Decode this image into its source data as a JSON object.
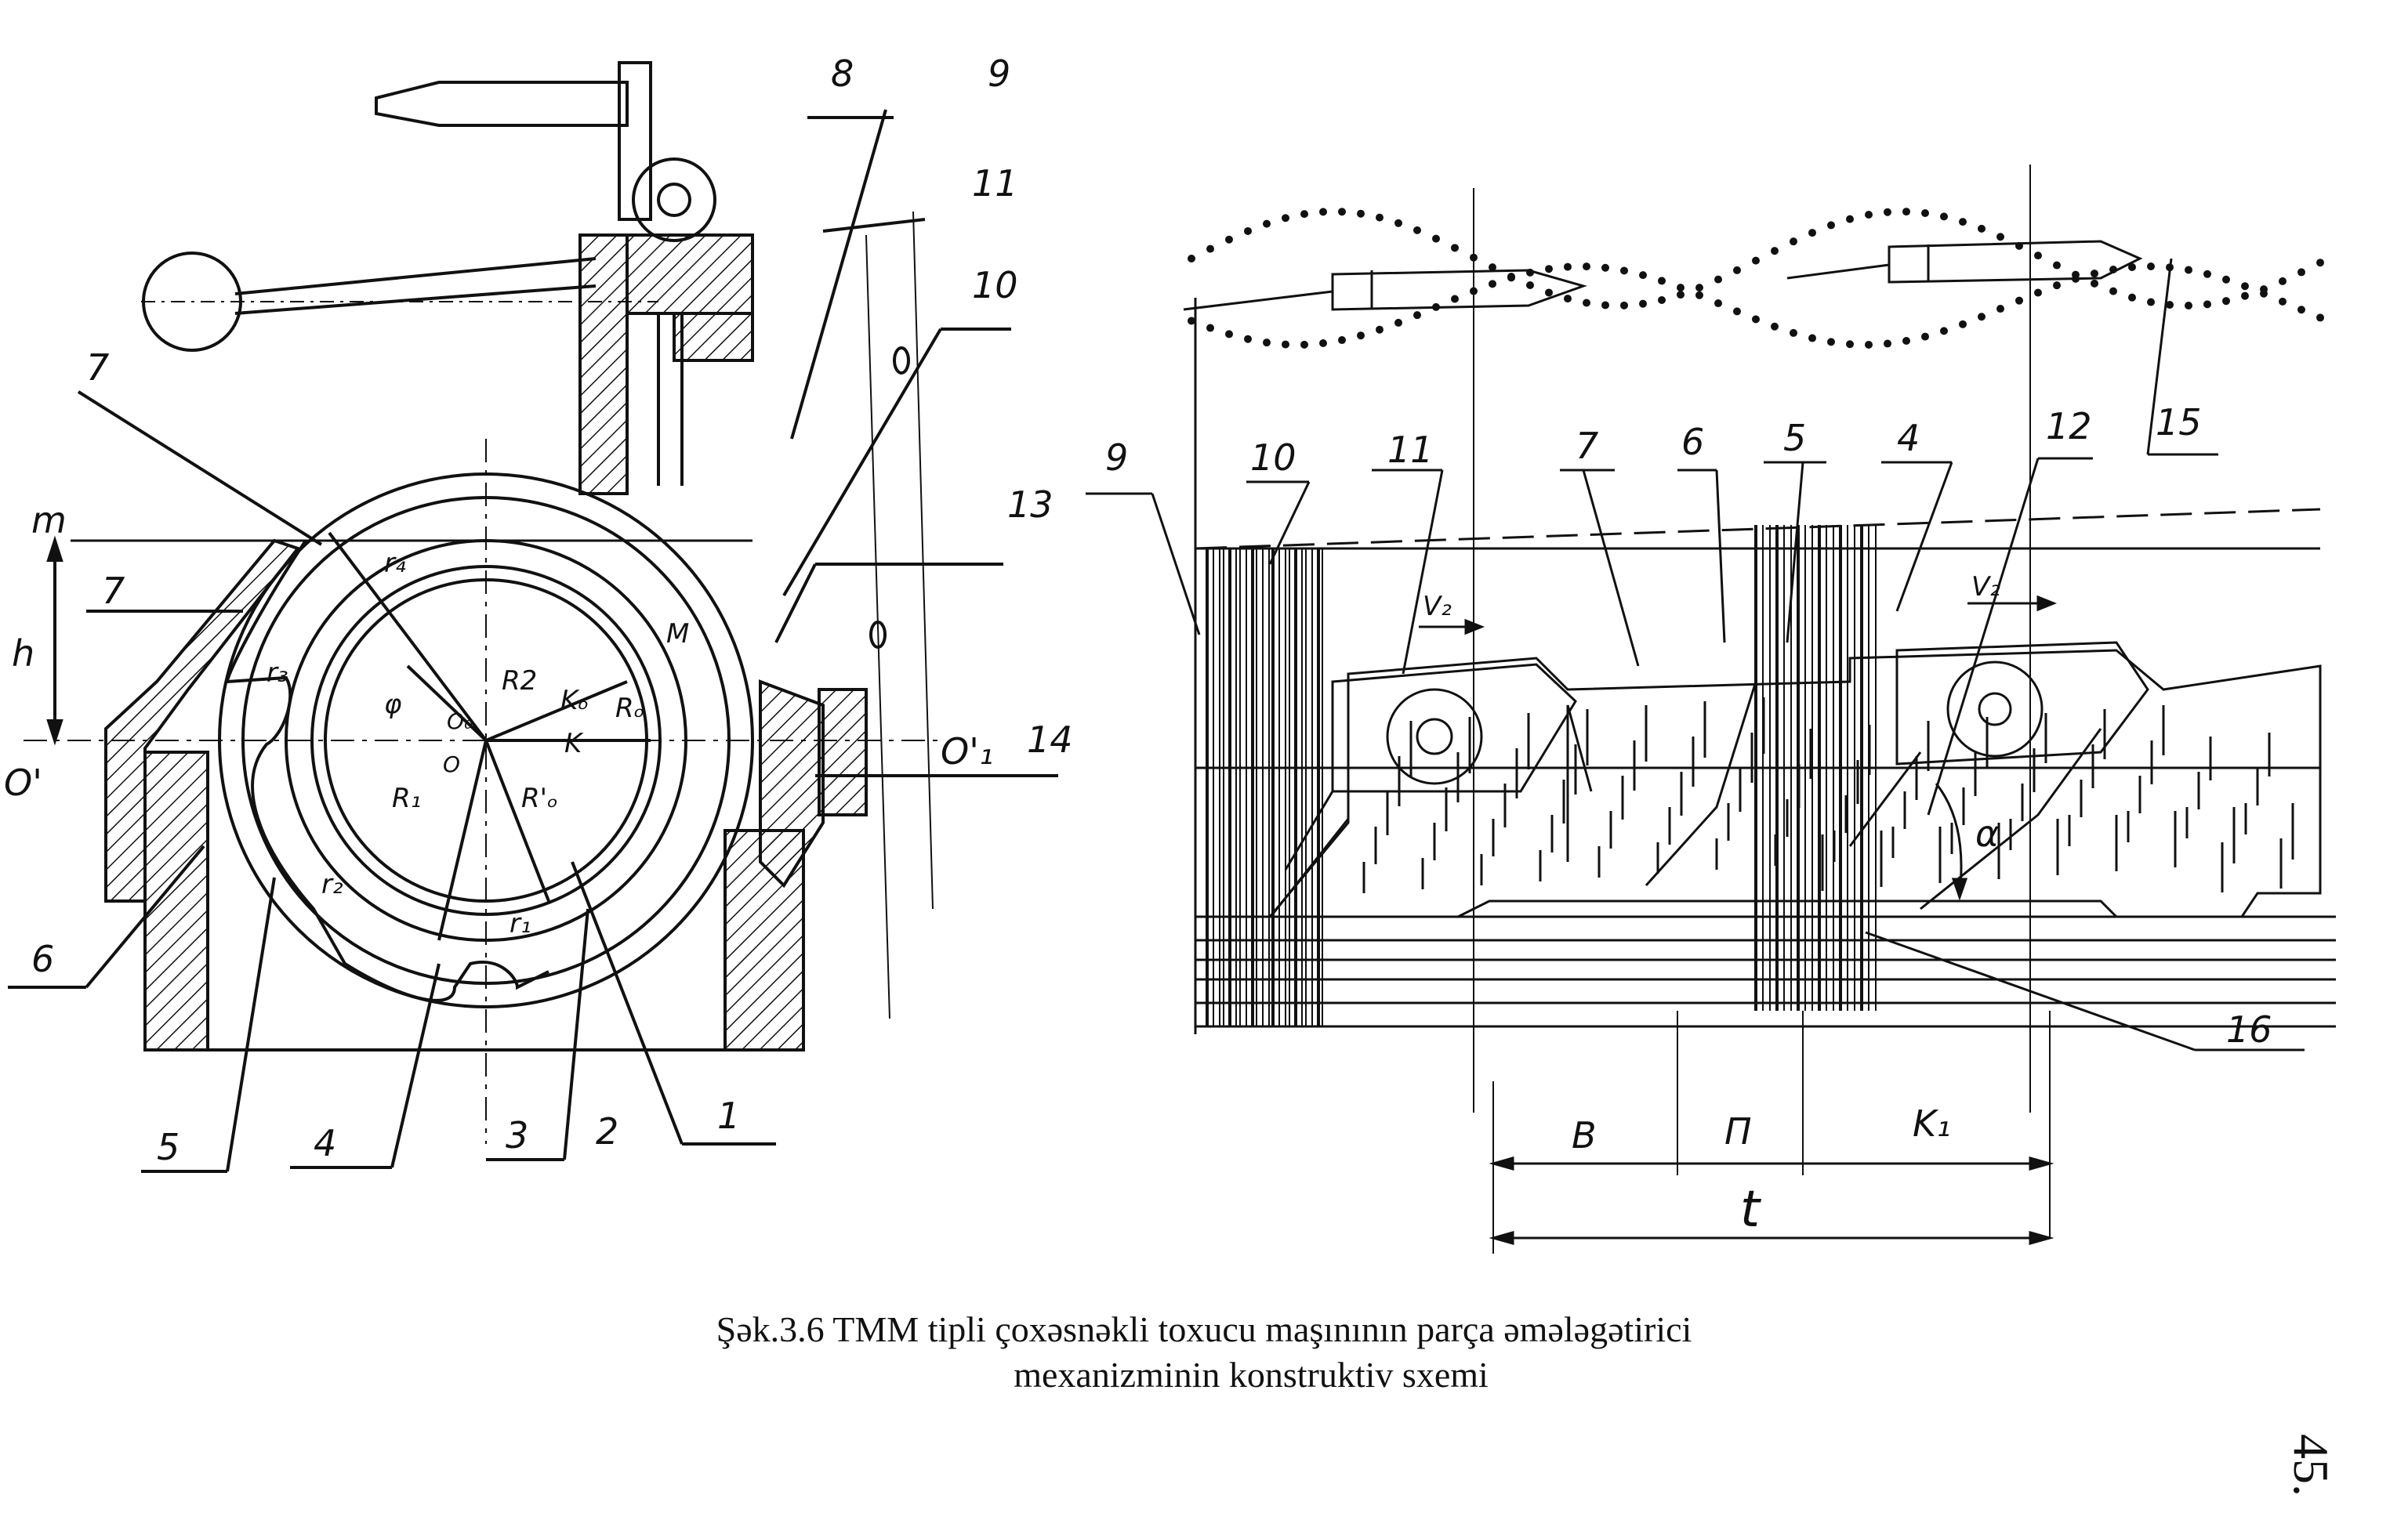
{
  "figure": {
    "caption_line1": "Şək.3.6  TMM  tipli çoxəsnəkli toxucu maşınının parça əmələgətirici",
    "caption_line2": "mexanizminin konstruktiv sxemi",
    "page_number": "45.",
    "left_diagram_labels": {
      "l1": "1",
      "l2": "2",
      "l3": "3",
      "l4": "4",
      "l5": "5",
      "l6": "6",
      "l7a": "7",
      "l7b": "7",
      "l8": "8",
      "l9": "9",
      "l10": "10",
      "l11": "11",
      "l13": "13",
      "l14": "14",
      "m": "m",
      "h": "h",
      "o_prime": "O'",
      "o1_prime": "O'₁",
      "r1": "r₁",
      "r2": "r₂",
      "r3": "r₃",
      "r4": "r₄",
      "R1": "R₁",
      "R2": "R2",
      "Ro": "Rₒ",
      "Ro_prime": "R'ₒ",
      "K": "K",
      "Ko": "Kₒ",
      "M": "M",
      "phi": "φ",
      "O": "O",
      "Oo": "O₀"
    },
    "right_diagram_labels": {
      "l4": "4",
      "l5": "5",
      "l6": "6",
      "l7": "7",
      "l9": "9",
      "l10": "10",
      "l11": "11",
      "l12": "12",
      "l15": "15",
      "l16": "16",
      "v2a": "V₂",
      "v2b": "V₂",
      "alpha": "α",
      "B": "B",
      "P": "Π",
      "K1": "K₁",
      "t": "t"
    }
  }
}
